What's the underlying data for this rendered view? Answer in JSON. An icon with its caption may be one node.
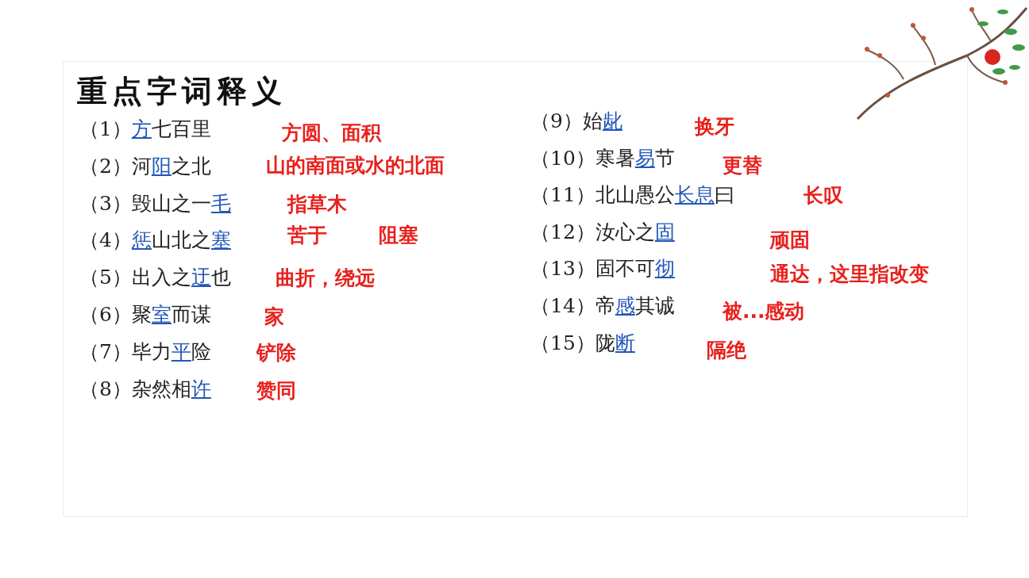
{
  "diagram": {
    "title": "重点字词释义",
    "labels": [
      "（1）方七百里",
      "方圆、面积",
      "（2）河阳之北",
      "山的南面或水的北面",
      "（3）毁山之一毛",
      "指草木",
      "（4）惩山北之塞",
      "苦于",
      "阻塞",
      "（5）出入之迂也",
      "曲折，绕远",
      "（6）聚室而谋",
      "家",
      "（7）毕力平险",
      "铲除",
      "（8）杂然相许",
      "赞同",
      "（9）始龀",
      "换牙",
      "（10）寒暑易节",
      "更替",
      "（11）北山愚公长息曰",
      "长叹",
      "（12）汝心之固",
      "顽固",
      "（13）固不可彻",
      "通达，这里指改变",
      "（14）帝感其诚",
      "被...感动",
      "（15）陇断",
      "隔绝"
    ]
  }
}
